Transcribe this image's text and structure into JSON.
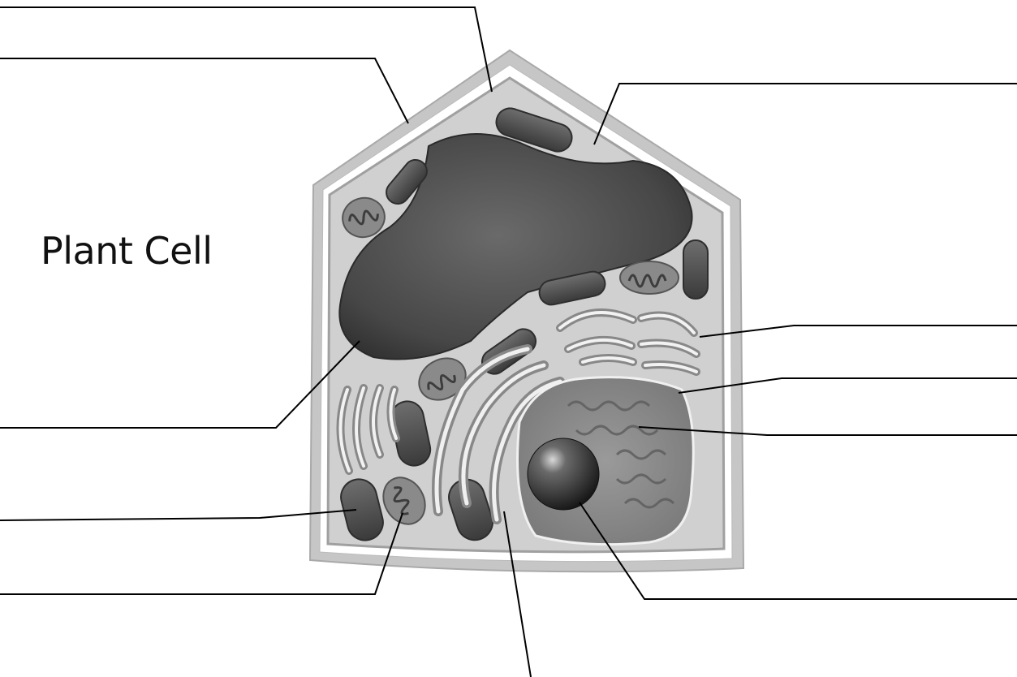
{
  "title": "Plant Cell",
  "colors": {
    "cell_wall": "#c8c8c8",
    "cytoplasm": "#cfcfcf",
    "vacuole": "#4a4a4a",
    "organelle_dark": "#575757",
    "nucleus": "#8f8f8f",
    "leader_line": "#000000"
  },
  "labels": [
    {
      "id": "cell-wall",
      "text": ""
    },
    {
      "id": "cell-membrane",
      "text": ""
    },
    {
      "id": "cytoplasm",
      "text": ""
    },
    {
      "id": "central-vacuole",
      "text": ""
    },
    {
      "id": "golgi-apparatus",
      "text": ""
    },
    {
      "id": "nuclear-membrane",
      "text": ""
    },
    {
      "id": "chromatin",
      "text": ""
    },
    {
      "id": "chloroplast",
      "text": ""
    },
    {
      "id": "mitochondrion",
      "text": ""
    },
    {
      "id": "endoplasmic-reticulum",
      "text": ""
    },
    {
      "id": "nucleolus",
      "text": ""
    }
  ]
}
